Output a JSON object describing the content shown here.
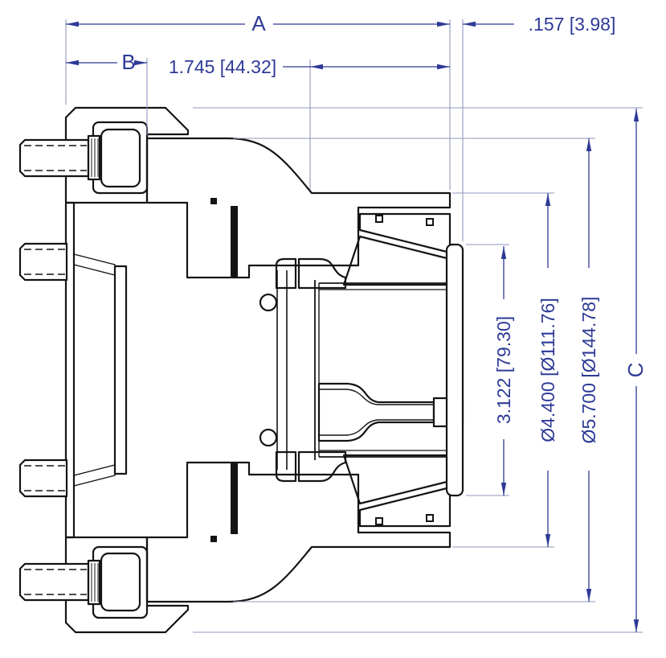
{
  "drawing": {
    "title": "hub-spindle-section-view",
    "dimensions": {
      "a": {
        "label": "A"
      },
      "b": {
        "label": "B"
      },
      "len_1745": {
        "label": "1.745 [44.32]"
      },
      "off_157": {
        "label": ".157 [3.98]"
      },
      "dia_3122": {
        "label": "3.122 [79.30]"
      },
      "dia_4400": {
        "label": "Ø4.400 [Ø111.76]"
      },
      "dia_5700": {
        "label": "Ø5.700 [Ø144.78]"
      },
      "c": {
        "label": "C"
      }
    },
    "colors": {
      "dimension": "#2e3a96",
      "extension": "#8f97bf",
      "outline": "#141414",
      "hatch": "#63639b",
      "background": "#ffffff"
    }
  }
}
